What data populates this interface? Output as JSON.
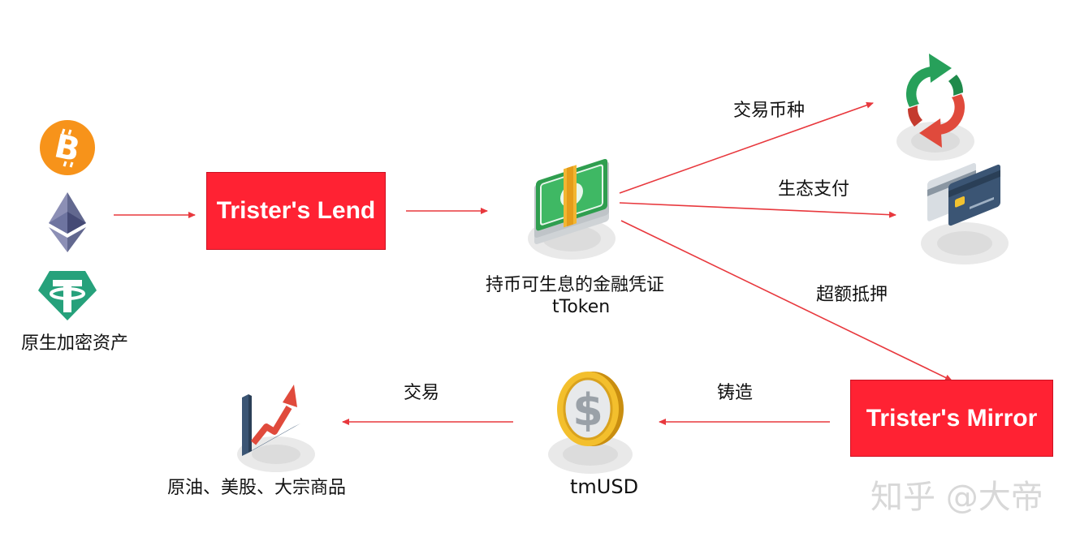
{
  "assets": {
    "label": "原生加密资产",
    "icons": [
      "bitcoin-icon",
      "ethereum-icon",
      "tether-icon"
    ]
  },
  "lend_box": {
    "label": "Trister's Lend",
    "color": "#ff2233"
  },
  "ttoken": {
    "line1": "持币可生息的金融凭证",
    "line2": "tToken"
  },
  "edges": {
    "swap": "交易币种",
    "payment": "生态支付",
    "collateral": "超额抵押",
    "mint": "铸造",
    "trade": "交易"
  },
  "mirror_box": {
    "label": "Trister's Mirror",
    "color": "#ff2233"
  },
  "tmusd": {
    "label": "tmUSD"
  },
  "commodities": {
    "label": "原油、美股、大宗商品"
  },
  "watermark": "知乎 @大帝",
  "colors": {
    "arrow": "#e8383d",
    "green": "#27a05a",
    "red": "#e04a3c"
  }
}
